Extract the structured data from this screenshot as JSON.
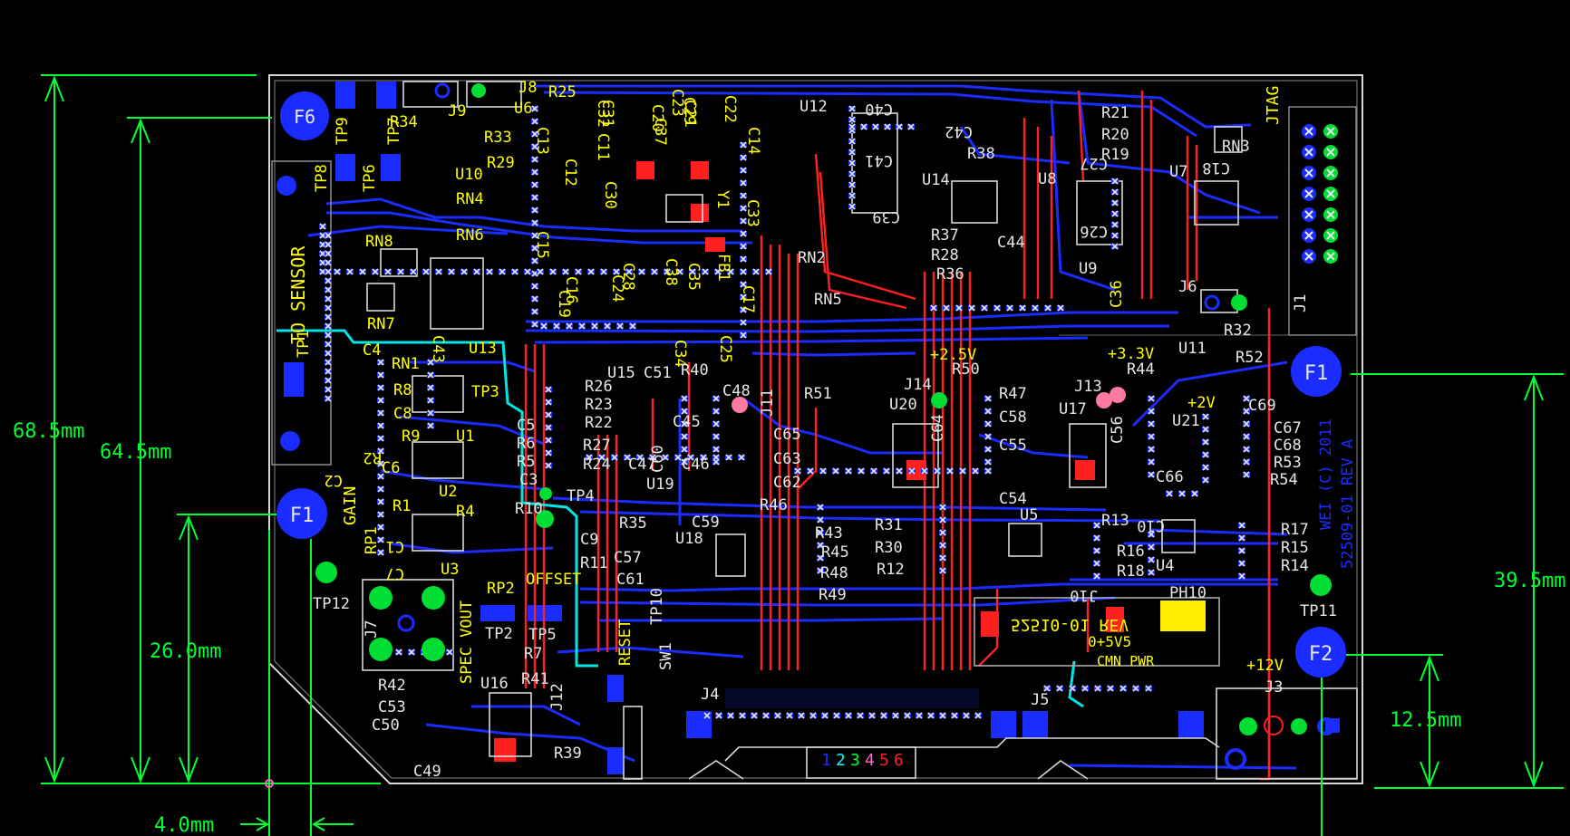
{
  "colors": {
    "background": "#000000",
    "dimension": "#00ff33",
    "silkscreen": "#ffff00",
    "top_copper": "#ff2020",
    "bottom_copper": "#1a2cff",
    "board_outline": "#dddddd",
    "pad_white": "#e6e6e6",
    "highlight_trace": "#00e5e5"
  },
  "dimensions": {
    "d1": "68.5mm",
    "d2": "64.5mm",
    "d3": "26.0mm",
    "d4": "4.0mm",
    "d5": "39.5mm",
    "d6": "12.5mm"
  },
  "fiducials": {
    "f6": "F6",
    "f1_left": "F1",
    "f1_right": "F1",
    "f2": "F2"
  },
  "labels": {
    "to_sensor": "TO SENSOR",
    "gain": "GAIN",
    "offset": "OFFSET",
    "spec_vout": "SPEC VOUT",
    "reset": "RESET",
    "jtag": "JTAG",
    "cmn_pwr": "CMN PWR",
    "v12": "+12V",
    "v33": "+3.3V",
    "v25": "+2.5V",
    "v2": "+2V",
    "rev_text": "52509-01 REV A",
    "copyright": "WEI (C) 2011",
    "mirror_text": "52510-01 REV",
    "mirror_text2": "0+5V5",
    "layer_numbers": [
      "1",
      "2",
      "3",
      "4",
      "5",
      "6"
    ]
  },
  "components": [
    {
      "id": "tp9",
      "t": "TP9"
    },
    {
      "id": "tp7",
      "t": "TP7"
    },
    {
      "id": "r34",
      "t": "R34"
    },
    {
      "id": "j9",
      "t": "J9"
    },
    {
      "id": "j8",
      "t": "J8"
    },
    {
      "id": "u6",
      "t": "U6"
    },
    {
      "id": "r25",
      "t": "R25"
    },
    {
      "id": "r33",
      "t": "R33"
    },
    {
      "id": "r29",
      "t": "R29"
    },
    {
      "id": "u10",
      "t": "U10"
    },
    {
      "id": "tp8",
      "t": "TP8"
    },
    {
      "id": "tp6",
      "t": "TP6"
    },
    {
      "id": "rn4",
      "t": "RN4"
    },
    {
      "id": "rn6",
      "t": "RN6"
    },
    {
      "id": "rn8",
      "t": "RN8"
    },
    {
      "id": "rn7",
      "t": "RN7"
    },
    {
      "id": "u13",
      "t": "U13"
    },
    {
      "id": "tp1",
      "t": "TP1"
    },
    {
      "id": "c4",
      "t": "C4"
    },
    {
      "id": "rn1",
      "t": "RN1"
    },
    {
      "id": "r8",
      "t": "R8"
    },
    {
      "id": "c8",
      "t": "C8"
    },
    {
      "id": "tp3",
      "t": "TP3"
    },
    {
      "id": "r9",
      "t": "R9"
    },
    {
      "id": "u1",
      "t": "U1"
    },
    {
      "id": "r2",
      "t": "R2"
    },
    {
      "id": "c6",
      "t": "C6"
    },
    {
      "id": "c2",
      "t": "C2"
    },
    {
      "id": "u2",
      "t": "U2"
    },
    {
      "id": "r1",
      "t": "R1"
    },
    {
      "id": "r4",
      "t": "R4"
    },
    {
      "id": "rp1",
      "t": "RP1"
    },
    {
      "id": "c1",
      "t": "C1"
    },
    {
      "id": "c7",
      "t": "C7"
    },
    {
      "id": "u3",
      "t": "U3"
    },
    {
      "id": "rp2",
      "t": "RP2"
    },
    {
      "id": "tp12",
      "t": "TP12"
    },
    {
      "id": "j7",
      "t": "J7"
    },
    {
      "id": "tp2",
      "t": "TP2"
    },
    {
      "id": "tp5",
      "t": "TP5"
    },
    {
      "id": "r7",
      "t": "R7"
    },
    {
      "id": "r42",
      "t": "R42"
    },
    {
      "id": "c53",
      "t": "C53"
    },
    {
      "id": "c50",
      "t": "C50"
    },
    {
      "id": "c49",
      "t": "C49"
    },
    {
      "id": "u16",
      "t": "U16"
    },
    {
      "id": "r41",
      "t": "R41"
    },
    {
      "id": "j12",
      "t": "J12"
    },
    {
      "id": "r39",
      "t": "R39"
    },
    {
      "id": "c5",
      "t": "C5"
    },
    {
      "id": "r6",
      "t": "R6"
    },
    {
      "id": "r5",
      "t": "R5"
    },
    {
      "id": "c3",
      "t": "C3"
    },
    {
      "id": "tp4",
      "t": "TP4"
    },
    {
      "id": "r10",
      "t": "R10"
    },
    {
      "id": "c9",
      "t": "C9"
    },
    {
      "id": "r11",
      "t": "R11"
    },
    {
      "id": "r26",
      "t": "R26"
    },
    {
      "id": "r23",
      "t": "R23"
    },
    {
      "id": "r22",
      "t": "R22"
    },
    {
      "id": "r27",
      "t": "R27"
    },
    {
      "id": "r24",
      "t": "R24"
    },
    {
      "id": "c47",
      "t": "C47"
    },
    {
      "id": "u15",
      "t": "U15"
    },
    {
      "id": "c51",
      "t": "C51"
    },
    {
      "id": "r40",
      "t": "R40"
    },
    {
      "id": "c48",
      "t": "C48"
    },
    {
      "id": "c45",
      "t": "C45"
    },
    {
      "id": "c46",
      "t": "C46"
    },
    {
      "id": "c60",
      "t": "C60"
    },
    {
      "id": "u19",
      "t": "U19"
    },
    {
      "id": "j11",
      "t": "J11"
    },
    {
      "id": "r35",
      "t": "R35"
    },
    {
      "id": "u18",
      "t": "U18"
    },
    {
      "id": "c59",
      "t": "C59"
    },
    {
      "id": "c57",
      "t": "C57"
    },
    {
      "id": "c61",
      "t": "C61"
    },
    {
      "id": "tp10",
      "t": "TP10"
    },
    {
      "id": "sw1",
      "t": "SW1"
    },
    {
      "id": "r46",
      "t": "R46"
    },
    {
      "id": "r43",
      "t": "R43"
    },
    {
      "id": "r45",
      "t": "R45"
    },
    {
      "id": "r48",
      "t": "R48"
    },
    {
      "id": "r49",
      "t": "R49"
    },
    {
      "id": "r51",
      "t": "R51"
    },
    {
      "id": "c65",
      "t": "C65"
    },
    {
      "id": "c63",
      "t": "C63"
    },
    {
      "id": "c62",
      "t": "C62"
    },
    {
      "id": "j14",
      "t": "J14"
    },
    {
      "id": "u20",
      "t": "U20"
    },
    {
      "id": "c64",
      "t": "C64"
    },
    {
      "id": "r50",
      "t": "R50"
    },
    {
      "id": "r47",
      "t": "R47"
    },
    {
      "id": "c58",
      "t": "C58"
    },
    {
      "id": "j13",
      "t": "J13"
    },
    {
      "id": "u17",
      "t": "U17"
    },
    {
      "id": "r44",
      "t": "R44"
    },
    {
      "id": "c55",
      "t": "C55"
    },
    {
      "id": "c56",
      "t": "C56"
    },
    {
      "id": "c54",
      "t": "C54"
    },
    {
      "id": "r31",
      "t": "R31"
    },
    {
      "id": "r30",
      "t": "R30"
    },
    {
      "id": "r12",
      "t": "R12"
    },
    {
      "id": "u5",
      "t": "U5"
    },
    {
      "id": "r13",
      "t": "R13"
    },
    {
      "id": "r16",
      "t": "R16"
    },
    {
      "id": "r18",
      "t": "R18"
    },
    {
      "id": "c10",
      "t": "C10"
    },
    {
      "id": "u4",
      "t": "U4"
    },
    {
      "id": "r17",
      "t": "R17"
    },
    {
      "id": "r15",
      "t": "R15"
    },
    {
      "id": "r14",
      "t": "R14"
    },
    {
      "id": "u11",
      "t": "U11"
    },
    {
      "id": "r32",
      "t": "R32"
    },
    {
      "id": "r52",
      "t": "R52"
    },
    {
      "id": "u21",
      "t": "U21"
    },
    {
      "id": "c69",
      "t": "C69"
    },
    {
      "id": "c67",
      "t": "C67"
    },
    {
      "id": "c68",
      "t": "C68"
    },
    {
      "id": "r53",
      "t": "R53"
    },
    {
      "id": "r54",
      "t": "R54"
    },
    {
      "id": "c66",
      "t": "C66"
    },
    {
      "id": "tp11",
      "t": "TP11"
    },
    {
      "id": "ph10",
      "t": "PH10"
    },
    {
      "id": "j10",
      "t": "J10"
    },
    {
      "id": "j3",
      "t": "J3"
    },
    {
      "id": "j4",
      "t": "J4"
    },
    {
      "id": "j5",
      "t": "J5"
    },
    {
      "id": "u12",
      "t": "U12"
    },
    {
      "id": "c40",
      "t": "C40"
    },
    {
      "id": "c42",
      "t": "C42"
    },
    {
      "id": "c41",
      "t": "C41"
    },
    {
      "id": "u14",
      "t": "U14"
    },
    {
      "id": "r38",
      "t": "R38"
    },
    {
      "id": "c39",
      "t": "C39"
    },
    {
      "id": "r37",
      "t": "R37"
    },
    {
      "id": "r28",
      "t": "R28"
    },
    {
      "id": "c44",
      "t": "C44"
    },
    {
      "id": "r36",
      "t": "R36"
    },
    {
      "id": "rn2",
      "t": "RN2"
    },
    {
      "id": "rn5",
      "t": "RN5"
    },
    {
      "id": "u8",
      "t": "U8"
    },
    {
      "id": "r21",
      "t": "R21"
    },
    {
      "id": "r20",
      "t": "R20"
    },
    {
      "id": "r19",
      "t": "R19"
    },
    {
      "id": "c27",
      "t": "C27"
    },
    {
      "id": "c26",
      "t": "C26"
    },
    {
      "id": "u9",
      "t": "U9"
    },
    {
      "id": "c36",
      "t": "C36"
    },
    {
      "id": "u7",
      "t": "U7"
    },
    {
      "id": "rn3",
      "t": "RN3"
    },
    {
      "id": "c18",
      "t": "C18"
    },
    {
      "id": "j6",
      "t": "J6"
    },
    {
      "id": "j1",
      "t": "J1"
    },
    {
      "id": "c11",
      "t": "C11"
    },
    {
      "id": "c12",
      "t": "C12"
    },
    {
      "id": "c13",
      "t": "C13"
    },
    {
      "id": "c14",
      "t": "C14"
    },
    {
      "id": "c15",
      "t": "C15"
    },
    {
      "id": "c16",
      "t": "C16"
    },
    {
      "id": "c17",
      "t": "C17"
    },
    {
      "id": "c19",
      "t": "C19"
    },
    {
      "id": "c20",
      "t": "C20"
    },
    {
      "id": "c21",
      "t": "C21"
    },
    {
      "id": "c22",
      "t": "C22"
    },
    {
      "id": "c23",
      "t": "C23"
    },
    {
      "id": "c24",
      "t": "C24"
    },
    {
      "id": "c25",
      "t": "C25"
    },
    {
      "id": "c28",
      "t": "C28"
    },
    {
      "id": "c29",
      "t": "C29"
    },
    {
      "id": "c30",
      "t": "C30"
    },
    {
      "id": "c31",
      "t": "C31"
    },
    {
      "id": "c32",
      "t": "C32"
    },
    {
      "id": "c33",
      "t": "C33"
    },
    {
      "id": "c34",
      "t": "C34"
    },
    {
      "id": "c35",
      "t": "C35"
    },
    {
      "id": "c37",
      "t": "C37"
    },
    {
      "id": "c38",
      "t": "C38"
    },
    {
      "id": "c43",
      "t": "C43"
    },
    {
      "id": "y1",
      "t": "Y1"
    },
    {
      "id": "fb1",
      "t": "FB1"
    }
  ]
}
